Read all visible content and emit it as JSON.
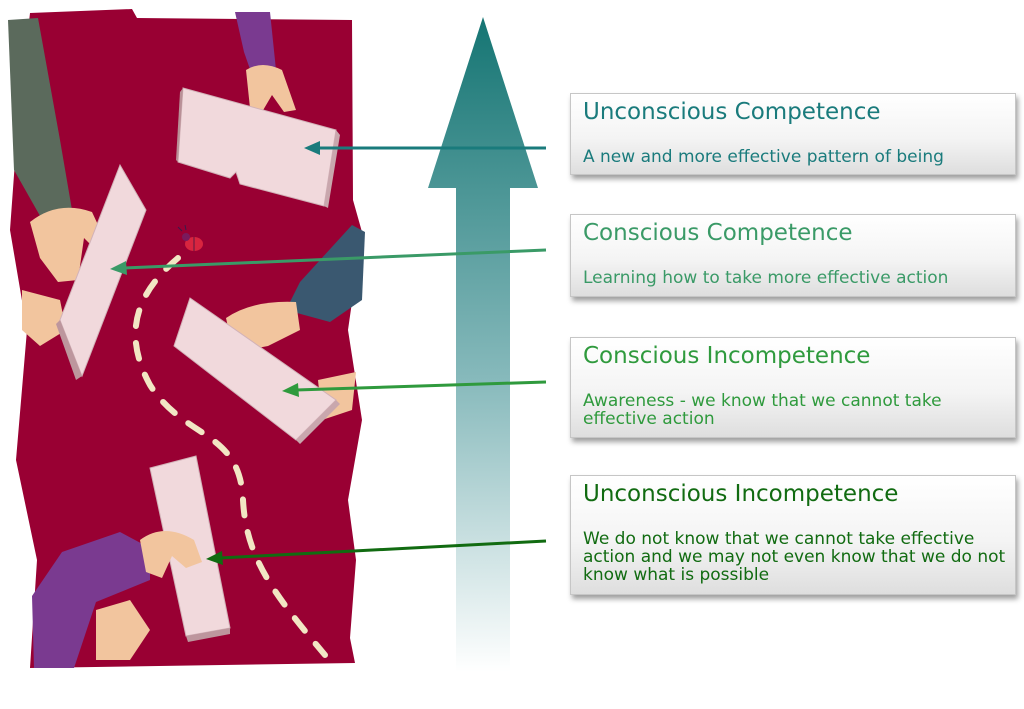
{
  "stages": [
    {
      "title": "Unconscious Competence",
      "description": "A new and more effective pattern of being",
      "color": "#1a7b7c"
    },
    {
      "title": "Conscious Competence",
      "description": "Learning how to take more effective action",
      "color": "#3a9a67"
    },
    {
      "title": "Conscious Incompetence",
      "description": "Awareness - we know that we cannot take effective action",
      "color": "#2f9a3d"
    },
    {
      "title": "Unconscious Incompetence",
      "description": "We do not know that we cannot take effective action and we may not even know that we do not know what is possible",
      "color": "#116b11"
    }
  ],
  "colors": {
    "panel_background": "#990033",
    "arrow_top": "#157573",
    "arrow_bottom": "#ffffff",
    "block": "#f1d9dc",
    "path_dash": "#f2e6c4"
  },
  "icons": [
    "up-arrow-icon",
    "ladybug-icon",
    "hand-icon",
    "puzzle-block-icon"
  ]
}
